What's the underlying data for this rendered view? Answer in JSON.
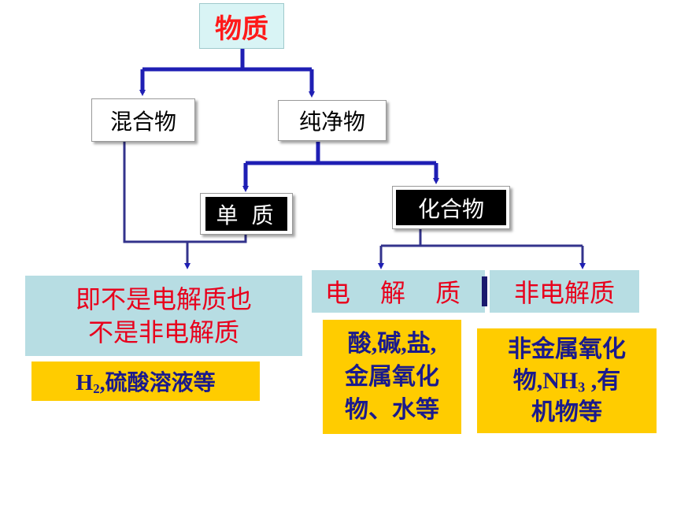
{
  "root": "物质",
  "mixture": "混合物",
  "pure": "纯净物",
  "element": "单 质",
  "compound": "化合物",
  "neither": {
    "line1": "即不是电解质也",
    "line2": "不是非电解质"
  },
  "electrolyte": "电 解 质",
  "nonelectrolyte": "非电解质",
  "neither_examples": {
    "h": "H",
    "sub": "2",
    "rest": ",硫酸溶液等"
  },
  "electrolyte_examples": {
    "line1": "酸,碱,盐,",
    "line2": "金属氧化",
    "line3": "物、水等"
  },
  "nonelectrolyte_examples": {
    "line1": "非金属氧化",
    "line2a": "物,NH",
    "line2_sub": "3",
    "line2b": " ,有",
    "line3": "机物等"
  },
  "colors": {
    "connector": "#1f1fb4",
    "red_text": "#e8001c",
    "highlight": "#ffcc00",
    "box_fill": "#b7dde3"
  }
}
